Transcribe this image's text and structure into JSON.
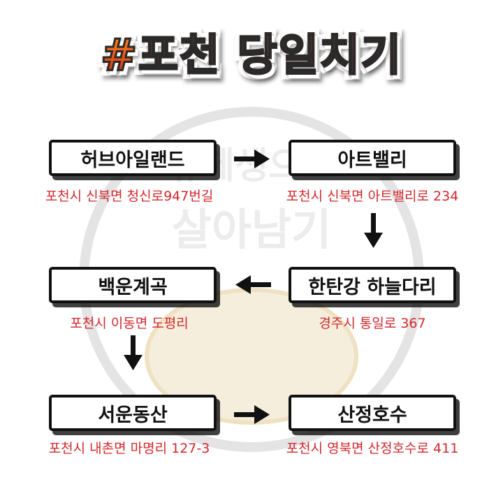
{
  "title": "#포천 당일치기",
  "watermark": {
    "line1": "뮤헤생으로",
    "line2": "살아남기"
  },
  "nodes": [
    {
      "name": "허브아일랜드",
      "address": "포천시 신북면 청신로947번길"
    },
    {
      "name": "아트밸리",
      "address": "포천시 신북면 아트밸리로 234"
    },
    {
      "name": "한탄강 하늘다리",
      "address": "경주시 통일로 367"
    },
    {
      "name": "백운계곡",
      "address": "포천시 이동면 도평리"
    },
    {
      "name": "서운동산",
      "address": "포천시 내촌면 마명리 127-3"
    },
    {
      "name": "산정호수",
      "address": "포천시 영북면 산정호수로 411"
    }
  ],
  "colors": {
    "address": "#d2272c",
    "title_top": "#f7a11b",
    "title_bottom": "#c81f14",
    "border": "#111111"
  }
}
